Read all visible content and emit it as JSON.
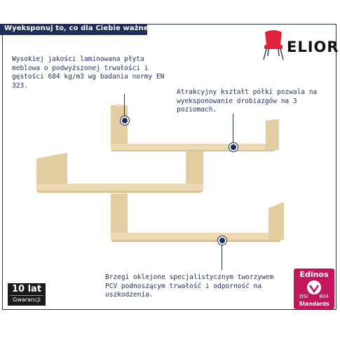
{
  "header": {
    "text": "Wyeksponuj to, co dla Ciebie ważne"
  },
  "brand": {
    "name": "ELIOR",
    "icon": "chair-icon",
    "accent": "#e0233d"
  },
  "callouts": [
    {
      "text": "Wysokiej jakości laminowana płyta meblowa o podwyższonej trwałości i gęstości 684 kg/m3 wg badania normy EN 323."
    },
    {
      "text": "Atrakcyjny kształt półki pozwala na wyeksponowanie drobiazgów na 3 poziomach."
    },
    {
      "text": "Brzegi oklejone specjalistycznym tworzywem PCV podnoszącym trwałość i odporność na uszkodzenia."
    }
  ],
  "warranty": {
    "big": "10 lat",
    "small": "Gwarancji"
  },
  "certificate": {
    "name": "Edinos",
    "left_code": "DSI",
    "right_code": "804",
    "label": "Standards",
    "color": "#c2185b"
  },
  "colors": {
    "navy": "#1f2d5a",
    "wood": "#ecd9b4"
  }
}
